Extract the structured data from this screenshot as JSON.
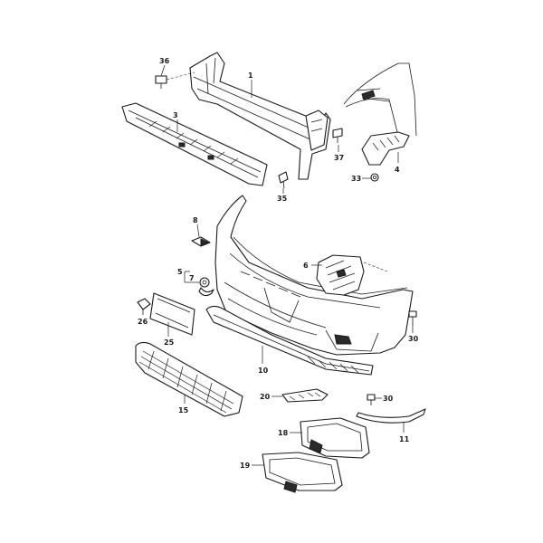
{
  "callouts": {
    "c1": "1",
    "c3": "3",
    "c4": "4",
    "c5": "5",
    "c6": "6",
    "c7": "7",
    "c8": "8",
    "c10": "10",
    "c11": "11",
    "c15": "15",
    "c18": "18",
    "c19": "19",
    "c20": "20",
    "c25": "25",
    "c26": "26",
    "c30a": "30",
    "c30b": "30",
    "c33": "33",
    "c35": "35",
    "c36": "36",
    "c37": "37"
  },
  "colors": {
    "line": "#1a1a1a",
    "background": "#ffffff"
  }
}
